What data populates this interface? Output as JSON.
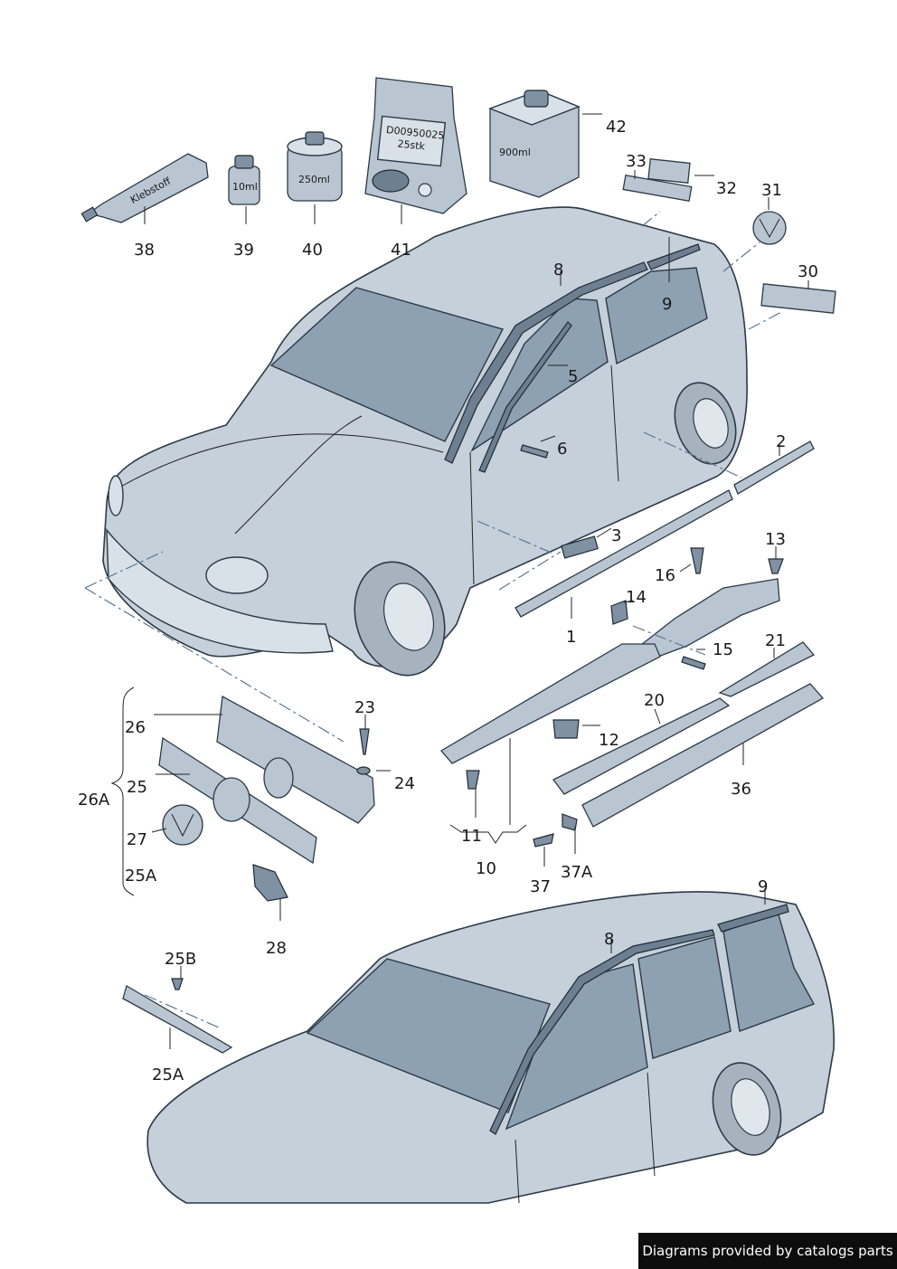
{
  "watermark": "Diagrams provided by catalogs parts",
  "product_labels": {
    "tube": "Klebstoff",
    "bottle_small": "10ml",
    "can_medium": "250ml",
    "bag_line1": "D00950025",
    "bag_line2": "25stk",
    "box_large": "900ml"
  },
  "callouts": {
    "c1": "1",
    "c2": "2",
    "c3": "3",
    "c5": "5",
    "c6": "6",
    "c8a": "8",
    "c8b": "8",
    "c9a": "9",
    "c9b": "9",
    "c10": "10",
    "c11": "11",
    "c12": "12",
    "c13": "13",
    "c14": "14",
    "c15": "15",
    "c16": "16",
    "c20": "20",
    "c21": "21",
    "c23": "23",
    "c24": "24",
    "c25": "25",
    "c25a1": "25A",
    "c25a2": "25A",
    "c25b": "25B",
    "c26": "26",
    "c26a": "26A",
    "c27": "27",
    "c28": "28",
    "c30": "30",
    "c31": "31",
    "c32": "32",
    "c33": "33",
    "c36": "36",
    "c37": "37",
    "c37a": "37A",
    "c38": "38",
    "c39": "39",
    "c40": "40",
    "c41": "41",
    "c42": "42"
  },
  "colors": {
    "body": "#c5d0da",
    "glass": "#8ea1b2",
    "outline": "#2c3a46"
  }
}
